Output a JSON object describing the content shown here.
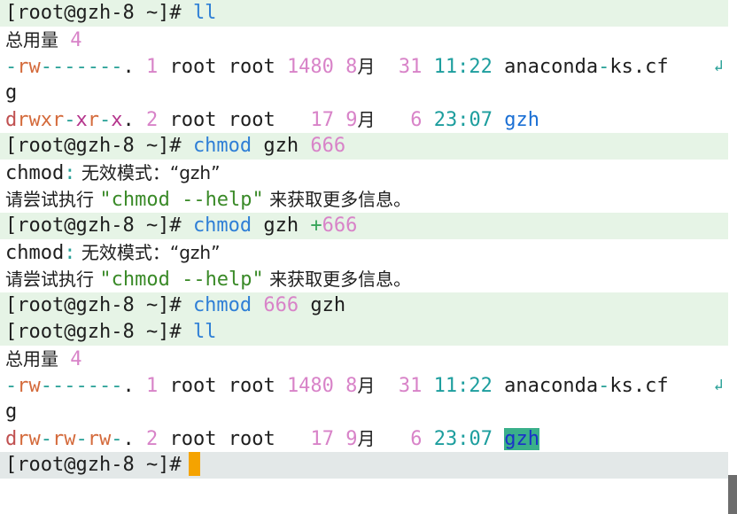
{
  "prompt": "[root@gzh-8 ~]#",
  "commands": {
    "ll": "ll",
    "chmod": "chmod",
    "dir": "gzh",
    "mode": "666",
    "plus": "+"
  },
  "total_label": "总用量",
  "total_value": "4",
  "files": {
    "anaconda": {
      "perm_dash1": "-",
      "perm_rw": "rw",
      "perm_rest": "-------",
      "dot": ".",
      "links": "1",
      "owner": "root",
      "group": "root",
      "size": "1480",
      "month_num": "8",
      "month_unit": "月",
      "day": "31",
      "time": "11:22",
      "name_a": "anaconda",
      "name_dash": "-",
      "name_b": "ks.cf",
      "name_wrap": "g"
    },
    "gzh_before": {
      "p1": "d",
      "p2": "rwx",
      "p3": "r",
      "p4": "-",
      "p5": "x",
      "p6": "r",
      "p7": "-",
      "p8": "x",
      "dot": ".",
      "links": "2",
      "owner": "root",
      "group": "root",
      "size": "17",
      "month_num": "9",
      "month_unit": "月",
      "day": "6",
      "time": "23:07",
      "name": "gzh"
    },
    "gzh_after": {
      "p1": "d",
      "p2": "rw",
      "p3": "-",
      "p4": "rw",
      "p5": "-",
      "p6": "rw",
      "p7": "-",
      "dot": ".",
      "links": "2",
      "owner": "root",
      "group": "root",
      "size": "17",
      "month_num": "9",
      "month_unit": "月",
      "day": "6",
      "time": "23:07",
      "name": "gzh"
    }
  },
  "errors": {
    "prefix": "chmod",
    "colon": ":",
    "invalid_mode": " 无效模式：“gzh”",
    "hint_a": "请尝试执行 ",
    "hint_cmd": "\"chmod --help\"",
    "hint_b": " 来获取更多信息。"
  },
  "colors": {
    "prompt_bg": "#e6f4e6",
    "current_bg": "#e3e8e8",
    "cursor": "#f5a300",
    "command": "#2f7fd6",
    "number": "#d883c8",
    "time": "#1d9e9e"
  },
  "icons": {
    "wrap": "wrap-arrow-icon"
  }
}
